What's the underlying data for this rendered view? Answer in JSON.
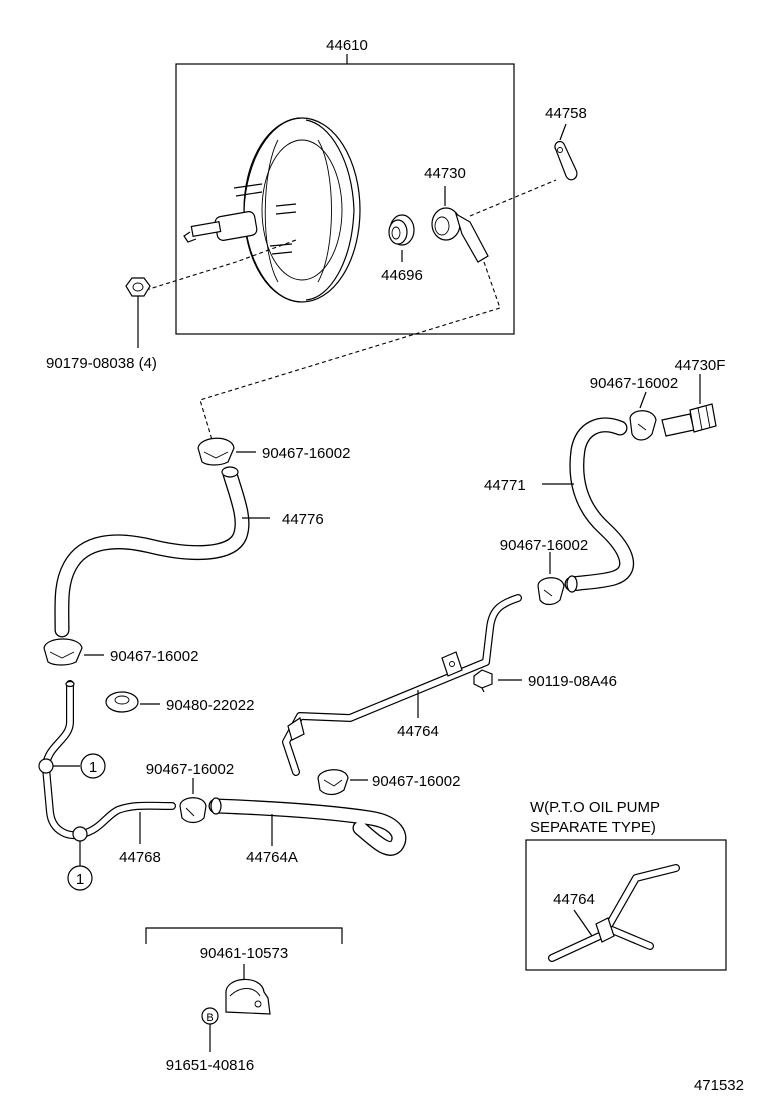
{
  "parts": {
    "booster_assy": "44610",
    "check_valve_union": "44758",
    "vacuum_check_valve": "44730",
    "grommet": "44696",
    "nut": "90179-08038 (4)",
    "clip_1": "90467-16002",
    "clip_2": "90467-16002",
    "clip_3": "90467-16002",
    "clip_4": "90467-16002",
    "clip_5": "90467-16002",
    "clip_6": "90467-16002",
    "valve_f": "44730F",
    "hose_44771": "44771",
    "hose_44776": "44776",
    "plug": "90480-22022",
    "bolt": "90119-08A46",
    "pipe_44764": "44764",
    "hose_44764a": "44764A",
    "hose_44768": "44768",
    "clamp": "90461-10573",
    "bolt_b": "91651-40816",
    "inset_pipe": "44764"
  },
  "markers": {
    "ref_1a": "1",
    "ref_1b": "1",
    "ref_b": "B"
  },
  "inset": {
    "title_line1": "W(P.T.O  OIL PUMP",
    "title_line2": "SEPARATE  TYPE)"
  },
  "diagram_id": "471532"
}
